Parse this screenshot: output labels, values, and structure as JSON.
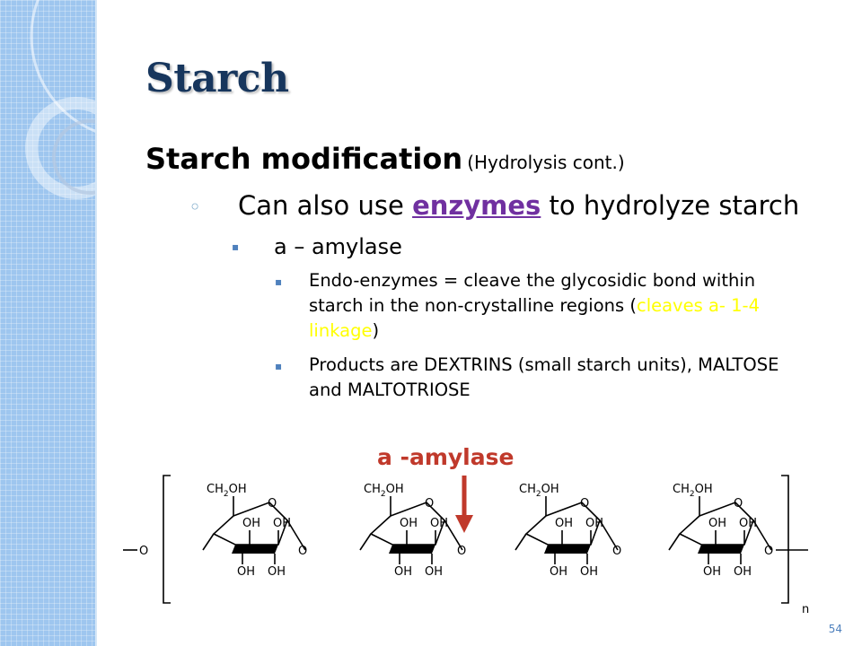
{
  "slide": {
    "title": "Starch",
    "heading_main": "Starch modification",
    "heading_sub": "(Hydrolysis cont.)",
    "level2": {
      "bullet": "◦",
      "before": "Can also use ",
      "link": "enzymes",
      "after": " to hydrolyze starch"
    },
    "level3": {
      "bullet": "▪",
      "text": "a – amylase"
    },
    "level4": [
      {
        "bullet": "▪",
        "before": "Endo-enzymes = cleave the glycosidic bond within starch in the non-crystalline regions (",
        "highlight": "cleaves a- 1-4 linkage",
        "after": ")"
      },
      {
        "bullet": "▪",
        "text": "Products are DEXTRINS (small starch units), MALTOSE and MALTOTRIOSE"
      }
    ],
    "figure": {
      "arrow_label": "a -amylase",
      "ch2oh": "CH2OH",
      "oh": "OH",
      "o": "O",
      "repeat_n": "n"
    },
    "page_number": "54"
  },
  "colors": {
    "title": "#17365d",
    "link": "#7030a0",
    "highlight": "#ffff00",
    "arrow": "#c0392b",
    "sidebar": "#9ec6ef"
  }
}
